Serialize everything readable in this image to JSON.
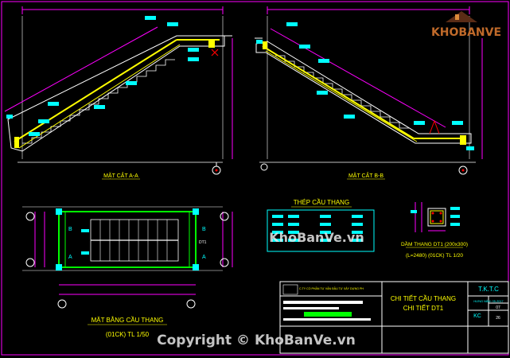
{
  "views": {
    "section_aa": {
      "caption": "MẶT CẮT A-A"
    },
    "section_bb": {
      "caption": "MẶT CẮT B-B"
    },
    "plan": {
      "caption_line1": "MẶT BẰNG CẦU THANG",
      "caption_line2": "(01CK) TL 1/50",
      "mark_b": "B",
      "mark_a": "A",
      "mark_dt1": "DT1"
    },
    "steel_table": {
      "caption": "THÉP CẦU THANG"
    },
    "beam_detail": {
      "caption_line1": "DẦM THANG DT1 (200x300)",
      "caption_line2": "(L=2480) (01CK) TL 1/20"
    }
  },
  "title_block": {
    "company": "C.TY CỔ PHẦN TƯ VẤN ĐẦU TƯ XÂY DỰNG PH",
    "title_line1": "CHI TIẾT CẦU THANG",
    "title_line2": "CHI TIẾT DT1",
    "dept": "T.K.T.C",
    "date": "HƯNG NĂM: 05-2017",
    "discipline": "KC",
    "sheet_no": "07",
    "sheet_total": "26"
  },
  "watermark": {
    "logo_text": "KHOBANVE",
    "center": "KhoBanVe.vn",
    "copyright": "Copyright © KhoBanVe.vn"
  },
  "colors": {
    "background": "#000000",
    "border": "#ff00ff",
    "dimension": "#ff00ff",
    "concrete": "#ffffff",
    "rebar": "#ffff00",
    "label_fill": "#00ffff",
    "plan_wall": "#00ff00",
    "caption": "#ffff00",
    "accent": "#ff0000"
  }
}
